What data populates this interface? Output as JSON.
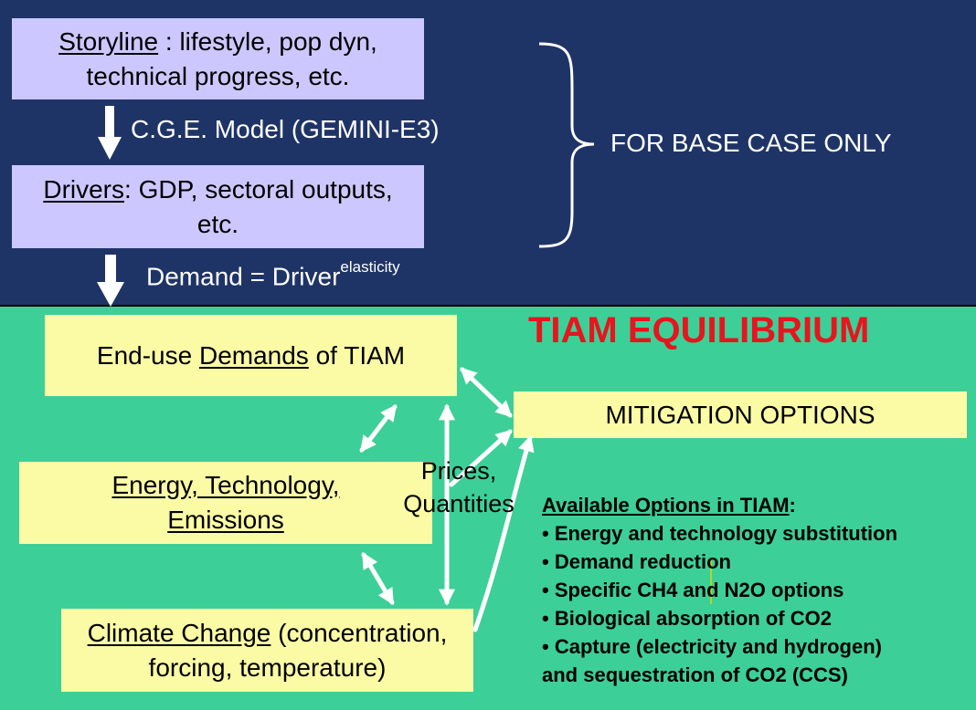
{
  "top": {
    "storyline": {
      "keyword": "Storyline",
      "rest1": " : lifestyle, pop dyn,",
      "line2": "technical progress, etc."
    },
    "cge_label": "C.G.E. Model (GEMINI-E3)",
    "drivers": {
      "keyword": "Drivers",
      "rest1": ": GDP, sectoral outputs,",
      "line2": "etc."
    },
    "demand_label": "Demand = Driver",
    "demand_superscript": "elasticity",
    "brace_label": "FOR BASE CASE ONLY"
  },
  "bottom": {
    "title": "TIAM EQUILIBRIUM",
    "end_use": {
      "pre": "End-use ",
      "keyword": "Demands",
      "post": " of TIAM"
    },
    "mitigation": "MITIGATION OPTIONS",
    "energy": {
      "line1": "Energy, Technology,",
      "line2": "Emissions"
    },
    "climate": {
      "keyword": "Climate Change",
      "rest1": " (concentration,",
      "line2": "forcing, temperature)"
    },
    "prices_label": {
      "line1": "Prices,",
      "line2": "Quantities"
    },
    "options": {
      "heading": "Available Options in TIAM",
      "heading_suffix": ":",
      "items": [
        "• Energy and technology substitution",
        "• Demand reduction",
        "• Specific CH4 and N2O options",
        "• Biological absorption of CO2",
        "• Capture (electricity and hydrogen)",
        "and sequestration of CO2 (CCS)"
      ]
    }
  },
  "colors": {
    "top_bg": "#1f3466",
    "bottom_bg": "#3dcf98",
    "lilac_box": "#ccc8ff",
    "yellow_box": "#fbfba6",
    "title_red": "#e8141e"
  }
}
